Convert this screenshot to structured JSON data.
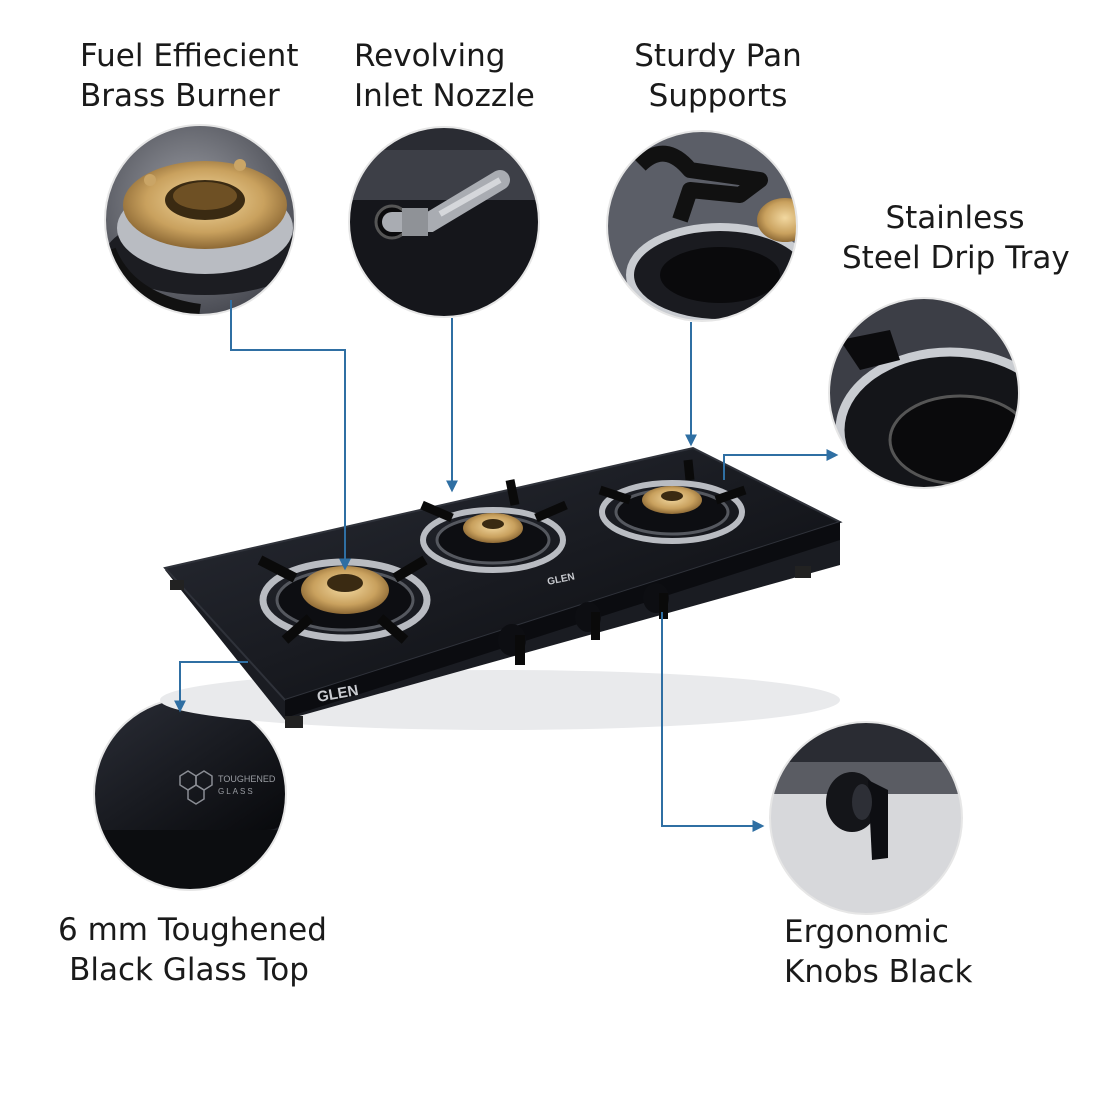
{
  "features": [
    {
      "id": "burner",
      "line1": "Fuel Effiecient",
      "line2": "Brass Burner"
    },
    {
      "id": "nozzle",
      "line1": "Revolving",
      "line2": "Inlet Nozzle"
    },
    {
      "id": "pan",
      "line1": "Sturdy Pan",
      "line2": "Supports"
    },
    {
      "id": "tray",
      "line1": "Stainless",
      "line2": "Steel Drip Tray"
    },
    {
      "id": "glass",
      "line1": "6 mm Toughened",
      "line2": "Black Glass Top"
    },
    {
      "id": "knobs",
      "line1": "Ergonomic",
      "line2": "Knobs Black"
    }
  ],
  "product": {
    "brand": "GLEN",
    "glass_badge_line1": "TOUGHENED",
    "glass_badge_line2": "GLASS"
  },
  "colors": {
    "arrow": "#2f6fa3",
    "glass": "#0d0f14",
    "brass": "#c9a15e",
    "steel": "#b9bcc2"
  }
}
